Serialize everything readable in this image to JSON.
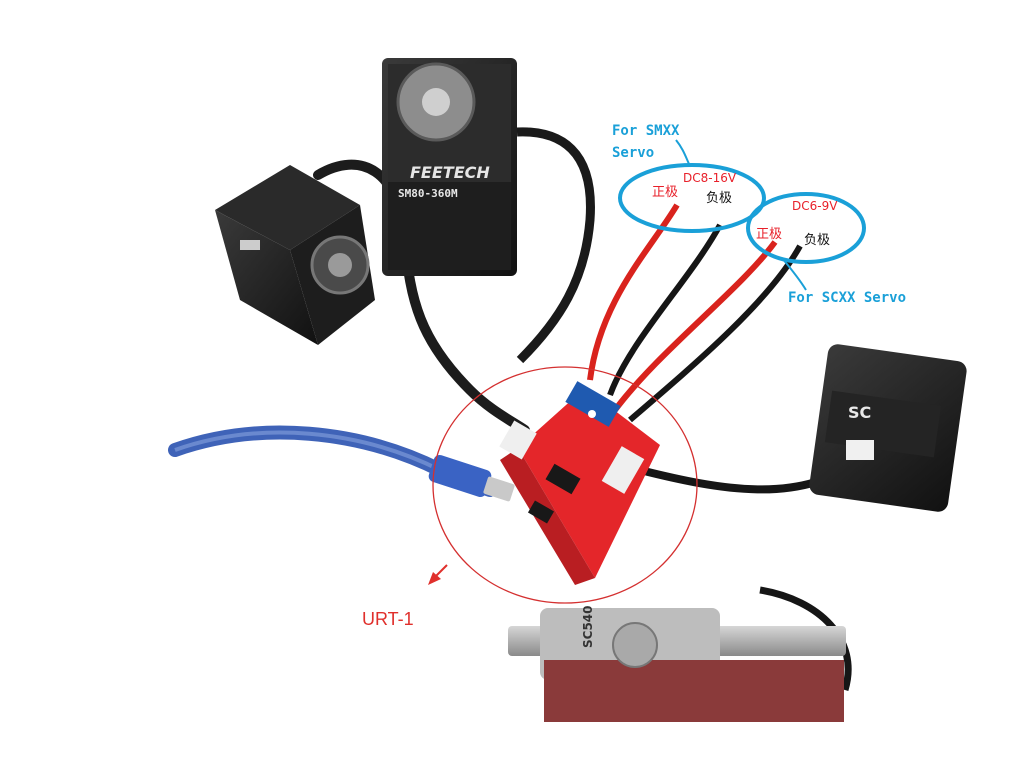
{
  "annotations": {
    "smxx_line1": "For SMXX",
    "smxx_line2": "Servo",
    "smxx_voltage": "DC8-16V",
    "smxx_positive": "正极",
    "smxx_negative": "负极",
    "scxx_voltage": "DC6-9V",
    "scxx_positive": "正极",
    "scxx_negative": "负极",
    "scxx_label": "For SCXX Servo",
    "port_label": "URT-1"
  },
  "products": {
    "servo_top_brand": "FEETECH",
    "servo_top_model": "SM80-360M",
    "servo_bottom_model": "SC540",
    "servo_right_model": "SC"
  },
  "colors": {
    "annotation_blue": "#1aa0d8",
    "annotation_red": "#e8202a",
    "board_red": "#e4262a",
    "cable_blue": "#3f63b8"
  }
}
